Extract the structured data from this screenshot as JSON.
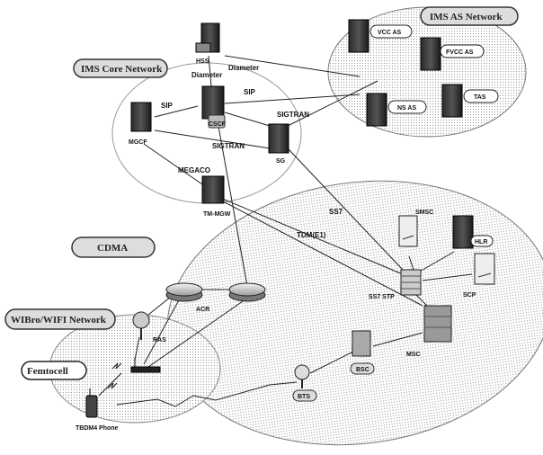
{
  "networks": {
    "ims_as": "IMS AS Network",
    "ims_core": "IMS Core Network",
    "cdma": "CDMA",
    "wibro": "WIBro/WIFI Network"
  },
  "nodes": {
    "hss": "HSS",
    "cscf": "CSCF",
    "mgcf": "MGCF",
    "sg": "SG",
    "tmmgw": "TM-MGW",
    "vcc_as": "VCC AS",
    "fvcc_as": "FVCC AS",
    "ns_as": "NS AS",
    "tas": "TAS",
    "smsc": "SMSC",
    "hlr": "HLR",
    "scp": "SCP",
    "ss7stp": "SS7 STP",
    "msc": "MSC",
    "bsc": "BSC",
    "bts": "BTS",
    "acr": "ACR",
    "ras": "RAS",
    "femtocell": "Femtocell",
    "phone": "TBDM4 Phone"
  },
  "links": {
    "diameter1": "Diameter",
    "diameter2": "Diameter",
    "sip1": "SIP",
    "sip2": "SIP",
    "sigtran1": "SIGTRAN",
    "sigtran2": "SIGTRAN",
    "megaco": "MEGACO",
    "ss7": "SS7",
    "tdm": "TDM(E1)"
  }
}
